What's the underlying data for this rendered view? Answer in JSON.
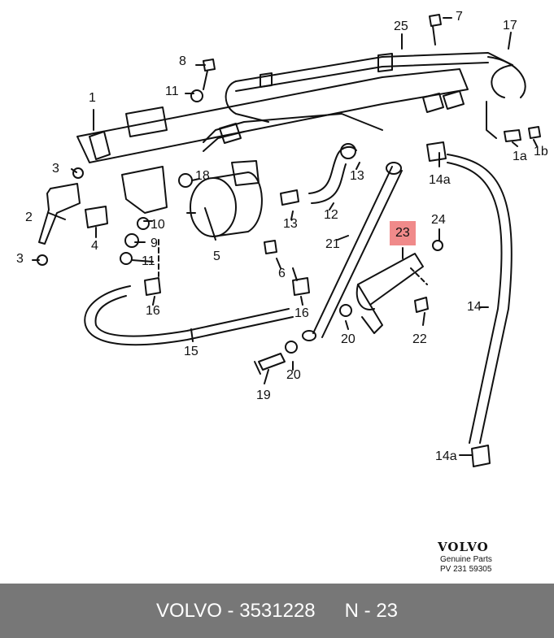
{
  "callouts": {
    "c1": "1",
    "c2": "2",
    "c3a": "3",
    "c3b": "3",
    "c4": "4",
    "c5": "5",
    "c6": "6",
    "c7": "7",
    "c8": "8",
    "c9": "9",
    "c10": "10",
    "c11a": "11",
    "c11b": "11",
    "c12": "12",
    "c13a": "13",
    "c13b": "13",
    "c14": "14",
    "c14a_top": "14a",
    "c14a_bot": "14a",
    "c15": "15",
    "c16a": "16",
    "c16b": "16",
    "c17": "17",
    "c18": "18",
    "c19": "19",
    "c20a": "20",
    "c20b": "20",
    "c21": "21",
    "c22": "22",
    "c23": "23",
    "c24": "24",
    "c25": "25",
    "c1a": "1a",
    "c1b": "1b"
  },
  "highlight_color": "#f08a8a",
  "brand": {
    "name": "VOLVO",
    "subtitle": "Genuine Parts",
    "code": "PV 231 59305"
  },
  "footer": {
    "part": "VOLVO - 3531228",
    "ref": "N - 23",
    "background": "#777777"
  }
}
